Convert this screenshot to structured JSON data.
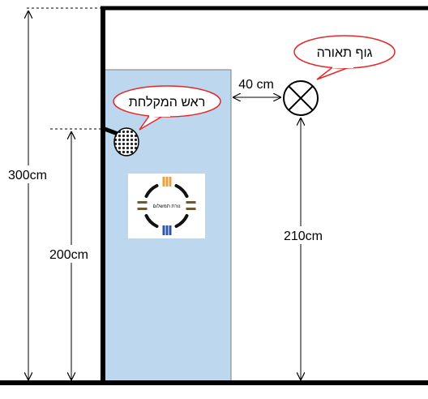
{
  "labels": {
    "height_300": "300cm",
    "height_200": "200cm",
    "height_210": "210cm",
    "gap_40": "40 cm",
    "shower_head_bubble": "ראש המקלחת",
    "light_fixture_bubble": "גוף תאורה",
    "logo_text": "נורת תמשלום"
  },
  "colors": {
    "shower_zone_fill": "#bdd7ee",
    "shower_zone_stroke": "#7f7f7f",
    "wall": "#000000",
    "bubble_stroke": "#e3292a",
    "logo_orange": "#e8a33d",
    "logo_blue": "#2c54a8",
    "logo_brown": "#6b5a3a"
  },
  "icons": {
    "shower_head": "shower-head-icon",
    "light_fixture": "light-fixture-icon",
    "logo": "brand-logo-icon"
  }
}
